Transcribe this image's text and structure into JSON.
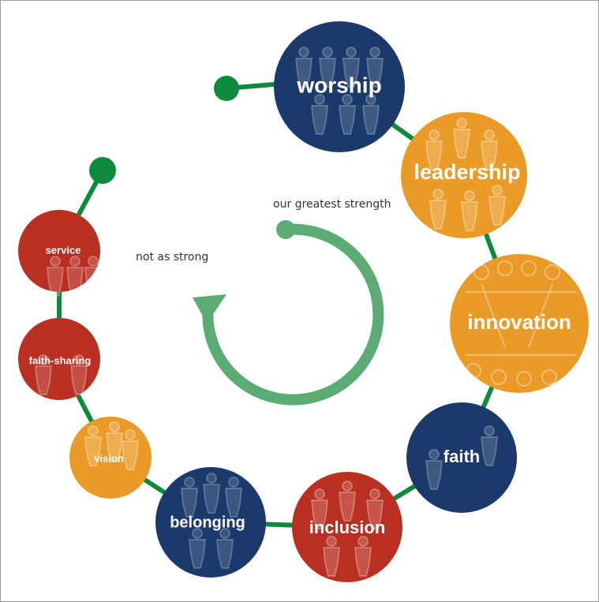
{
  "colors": {
    "navy": "#1b3a6b",
    "orange": "#e99a27",
    "red": "#b92f22",
    "green_line": "#0e8a3c",
    "arrow_green": "#5aab74",
    "people_pattern": "#ffffff"
  },
  "annotations": {
    "strongest": "our greatest strength",
    "weakest": "not as strong"
  },
  "strengths": [
    {
      "label": "worship",
      "color": "navy"
    },
    {
      "label": "leadership",
      "color": "orange"
    },
    {
      "label": "innovation",
      "color": "orange"
    },
    {
      "label": "faith",
      "color": "navy"
    },
    {
      "label": "inclusion",
      "color": "red"
    },
    {
      "label": "belonging",
      "color": "navy"
    },
    {
      "label": "vision",
      "color": "orange"
    },
    {
      "label": "faith-sharing",
      "color": "red"
    },
    {
      "label": "service",
      "color": "red"
    }
  ]
}
